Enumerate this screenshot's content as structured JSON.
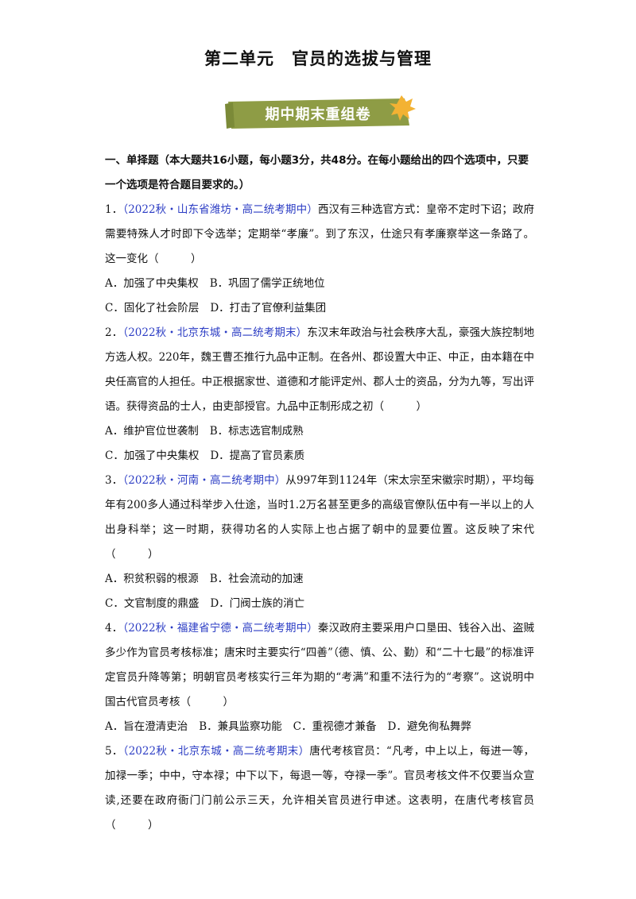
{
  "title": "第二单元　官员的选拔与管理",
  "banner": {
    "label": "期中期末重组卷",
    "colors": {
      "bg": "#8e9c45",
      "leaf": "#f3b233"
    }
  },
  "section": {
    "heading": "一、单择题（本大题共16小题，每小题3分，共48分。在每小题给出的四个选项中，只要一个选项是符合题目要求的。）"
  },
  "questions": [
    {
      "num": "1．",
      "source": "（2022秋・山东省潍坊・高二统考期中）",
      "stem": "西汉有三种选官方式：皇帝不定时下诏；政府需要特殊人才时即下令选举；定期举“孝廉”。到了东汉，仕途只有孝廉察举这一条路了。这一变化（　　　）",
      "option_rows": [
        [
          "A．加强了中央集权",
          "B．巩固了儒学正统地位"
        ],
        [
          "C．固化了社会阶层",
          "D．打击了官僚利益集团"
        ]
      ]
    },
    {
      "num": "2．",
      "source": "（2022秋・北京东城・高二统考期末）",
      "stem": "东汉末年政治与社会秩序大乱，豪强大族控制地方选人权。220年，魏王曹丕推行九品中正制。在各州、郡设置大中正、中正，由本籍在中央任高官的人担任。中正根据家世、道德和才能评定州、郡人士的资品，分为九等，写出评语。获得资品的士人，由吏部授官。九品中正制形成之初（　　　）",
      "option_rows": [
        [
          "A．维护官位世袭制",
          "B．标志选官制成熟"
        ],
        [
          "C．加强了中央集权",
          "D．提高了官员素质"
        ]
      ]
    },
    {
      "num": "3．",
      "source": "（2022秋・河南・高二统考期中）",
      "stem": "从997年到1124年（宋太宗至宋徽宗时期），平均每年有200多人通过科举步入仕途，当时1.2万名甚至更多的高级官僚队伍中有一半以上的人出身科举；这一时期，获得功名的人实际上也占据了朝中的显要位置。这反映了宋代（　　　）",
      "option_rows": [
        [
          "A．积贫积弱的根源",
          "B．社会流动的加速"
        ],
        [
          "C．文官制度的鼎盛",
          "D．门阀士族的消亡"
        ]
      ]
    },
    {
      "num": "4．",
      "source": "（2022秋・福建省宁德・高二统考期中）",
      "stem": "秦汉政府主要采用户口垦田、钱谷入出、盗贼多少作为官员考核标准；唐宋时主要实行“四善”（德、慎、公、勤）和“二十七最”的标准评定官员升降等第；明朝官员考核实行三年为期的“考满”和重不法行为的“考察”。这说明中国古代官员考核（　　　）",
      "option_rows": [
        [
          "A．旨在澄清吏治",
          "B．兼具监察功能",
          "C．重视德才兼备",
          "D．避免徇私舞弊"
        ]
      ]
    },
    {
      "num": "5．",
      "source": "（2022秋・北京东城・高二统考期末）",
      "stem": "唐代考核官员：“凡考，中上以上，每进一等，加禄一季；中中，守本禄；中下以下，每退一等，夺禄一季”。官员考核文件不仅要当众宣读,还要在政府衙门门前公示三天，允许相关官员进行申述。这表明，在唐代考核官员（　　　）",
      "option_rows": []
    }
  ]
}
